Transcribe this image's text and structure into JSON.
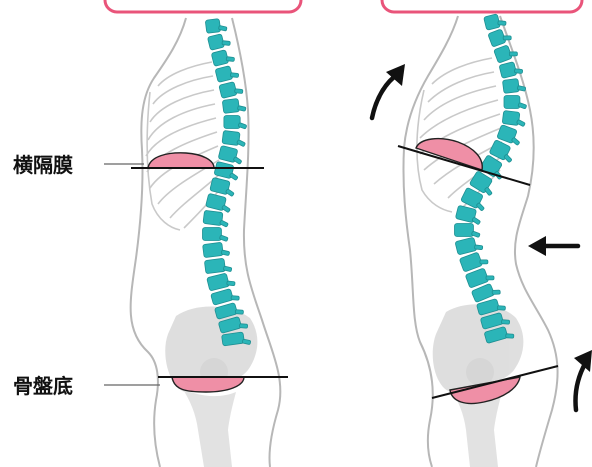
{
  "labels": {
    "diaphragm": "横隔膜",
    "pelvic_floor": "骨盤底"
  },
  "colors": {
    "spine": "#2bb5b8",
    "spine_dark": "#1e8f92",
    "organ": "#ef8fa6",
    "tab": "#e9547a",
    "bone": "#d6d6d6",
    "outline": "#b7b7b7",
    "line": "#111111"
  },
  "figures": [
    {
      "name": "neutral-posture"
    },
    {
      "name": "tilted-posture",
      "arrows": [
        "arrow-up-chest",
        "arrow-left-back",
        "arrow-up-pelvis"
      ]
    }
  ]
}
